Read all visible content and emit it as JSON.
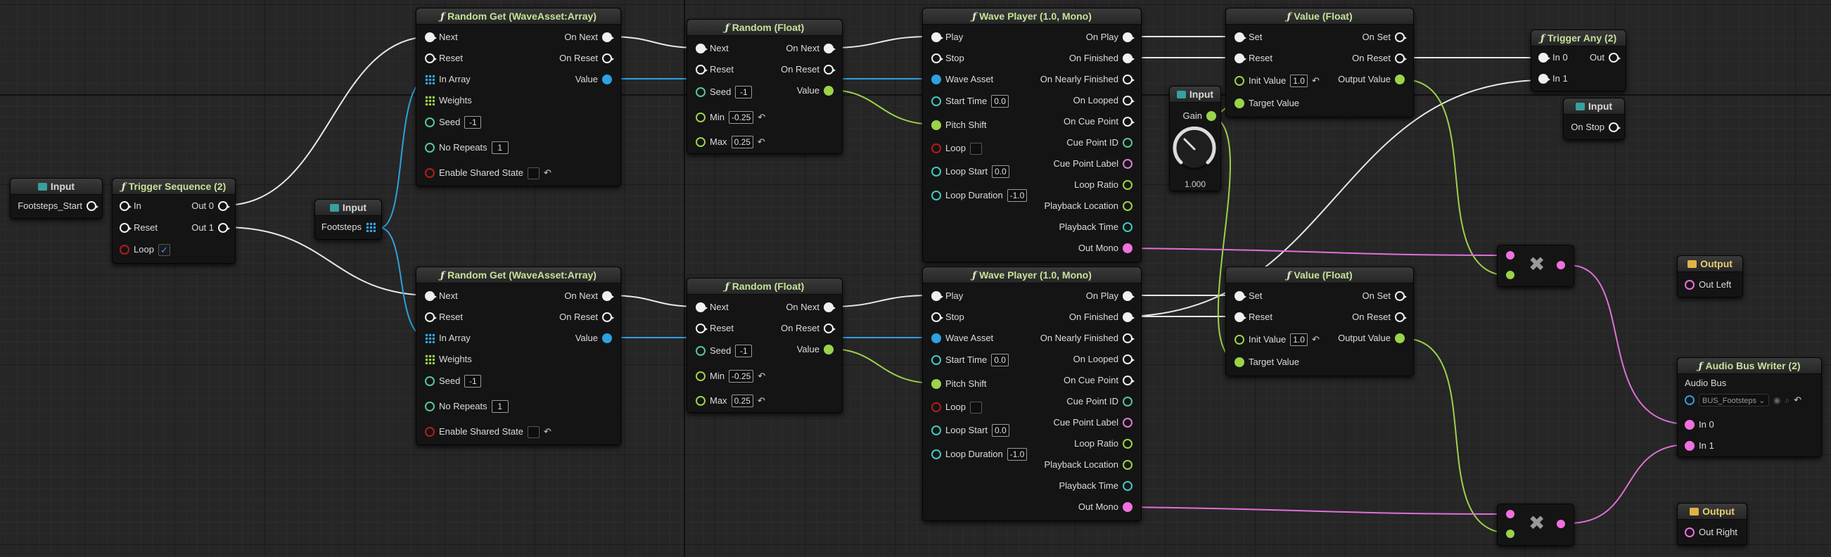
{
  "input_start": {
    "title": "Input",
    "label": "Footsteps_Start"
  },
  "trigger_seq": {
    "title": "Trigger Sequence (2)",
    "in": "In",
    "reset": "Reset",
    "loop": "Loop",
    "out0": "Out 0",
    "out1": "Out 1"
  },
  "input_footsteps": {
    "title": "Input",
    "label": "Footsteps"
  },
  "random_get": {
    "title": "Random Get (WaveAsset:Array)",
    "next": "Next",
    "reset": "Reset",
    "in_array": "In Array",
    "weights": "Weights",
    "seed": "Seed",
    "seed_val": "-1",
    "no_repeats": "No Repeats",
    "no_repeats_val": "1",
    "enable_shared": "Enable Shared State",
    "on_next": "On Next",
    "on_reset": "On Reset",
    "value": "Value"
  },
  "random_float": {
    "title": "Random (Float)",
    "next": "Next",
    "reset": "Reset",
    "seed": "Seed",
    "seed_val": "-1",
    "min": "Min",
    "min_val": "-0.25",
    "max": "Max",
    "max_val": "0.25",
    "on_next": "On Next",
    "on_reset": "On Reset",
    "value": "Value"
  },
  "wave_player": {
    "title": "Wave Player (1.0, Mono)",
    "play": "Play",
    "stop": "Stop",
    "wave_asset": "Wave Asset",
    "start_time": "Start Time",
    "start_time_val": "0.0",
    "pitch_shift": "Pitch Shift",
    "loop": "Loop",
    "loop_start": "Loop Start",
    "loop_start_val": "0.0",
    "loop_duration": "Loop Duration",
    "loop_duration_val": "-1.0",
    "on_play": "On Play",
    "on_finished": "On Finished",
    "on_nearly_finished": "On Nearly Finished",
    "on_looped": "On Looped",
    "on_cue_point": "On Cue Point",
    "cue_point_id": "Cue Point ID",
    "cue_point_label": "Cue Point Label",
    "loop_ratio": "Loop Ratio",
    "playback_location": "Playback Location",
    "playback_time": "Playback Time",
    "out_mono": "Out Mono"
  },
  "input_gain": {
    "title": "Input",
    "label": "Gain",
    "value": "1.000"
  },
  "value_float": {
    "title": "Value (Float)",
    "set": "Set",
    "reset": "Reset",
    "init_value": "Init Value",
    "init_value_val": "1.0",
    "target_value": "Target Value",
    "on_set": "On Set",
    "on_reset": "On Reset",
    "output_value": "Output Value"
  },
  "trigger_any": {
    "title": "Trigger Any (2)",
    "in0": "In 0",
    "in1": "In 1",
    "out": "Out"
  },
  "input_onstop": {
    "title": "Input",
    "label": "On Stop"
  },
  "output_left": {
    "title": "Output",
    "label": "Out Left"
  },
  "output_right": {
    "title": "Output",
    "label": "Out Right"
  },
  "bus_writer": {
    "title": "Audio Bus Writer (2)",
    "audio_bus": "Audio Bus",
    "bus_value": "BUS_Footsteps",
    "in0": "In 0",
    "in1": "In 1"
  },
  "colors": {
    "exec": "#f0f0f0",
    "float": "#9bd34a",
    "audio": "#f070e0",
    "array": "#2fa0e0",
    "header_text": "#c5e39a",
    "canvas": "#262626"
  }
}
